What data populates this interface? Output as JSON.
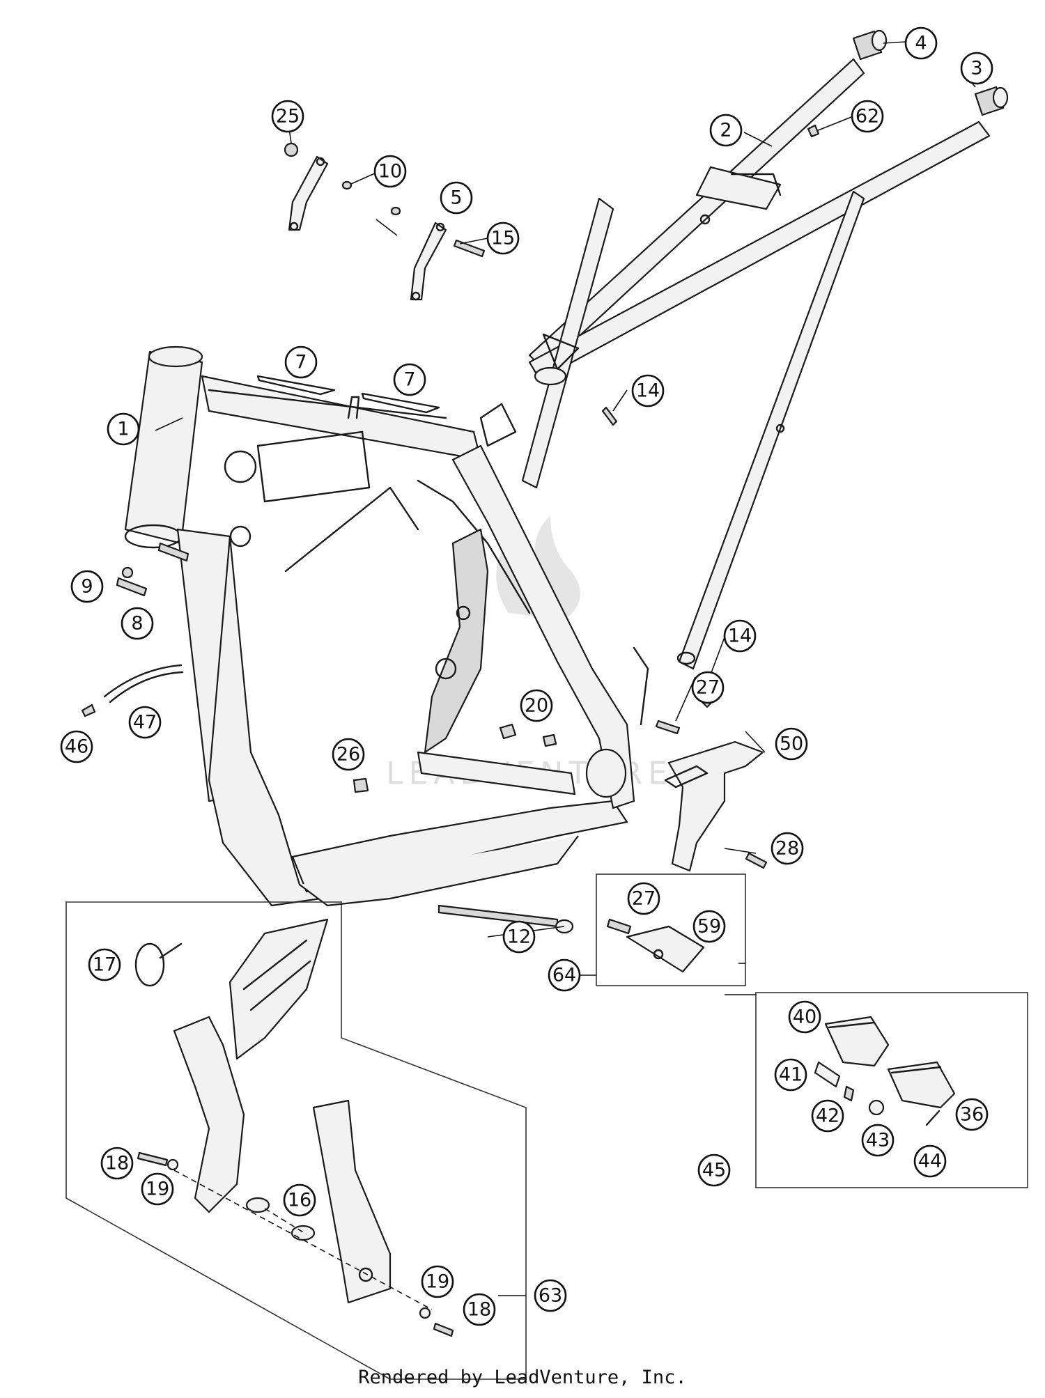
{
  "credit": "Rendered by LeadVenture, Inc.",
  "watermark": "LEADVENTURE",
  "callouts": {
    "c1": "1",
    "c2": "2",
    "c3": "3",
    "c4": "4",
    "c5": "5",
    "c7a": "7",
    "c7b": "7",
    "c8": "8",
    "c9": "9",
    "c10": "10",
    "c12": "12",
    "c14a": "14",
    "c14b": "14",
    "c15": "15",
    "c16": "16",
    "c17": "17",
    "c18a": "18",
    "c18b": "18",
    "c19a": "19",
    "c19b": "19",
    "c20": "20",
    "c25": "25",
    "c26": "26",
    "c27a": "27",
    "c27b": "27",
    "c28": "28",
    "c36": "36",
    "c40": "40",
    "c41": "41",
    "c42": "42",
    "c43": "43",
    "c44": "44",
    "c45": "45",
    "c46": "46",
    "c47": "47",
    "c50": "50",
    "c59": "59",
    "c62": "62",
    "c63": "63",
    "c64": "64"
  }
}
